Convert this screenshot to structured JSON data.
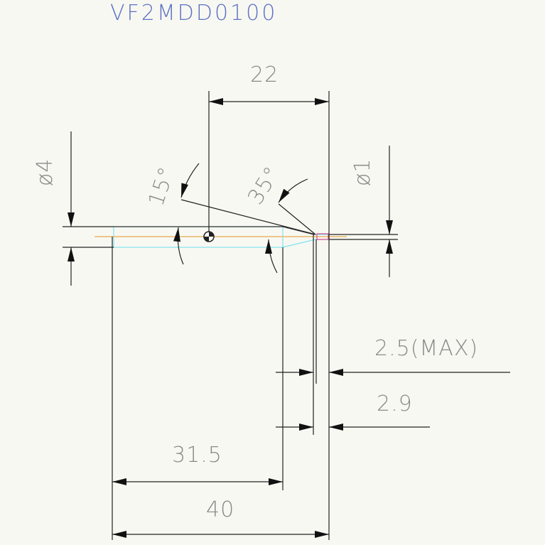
{
  "title": "VF2MDD0100",
  "dimensions": {
    "d22": "22",
    "d40": "40",
    "d31_5": "31.5",
    "d2_5max": "2.5(MAX)",
    "d2_9": "2.9",
    "dia4": "ø4",
    "dia1": "ø1",
    "angle15": "15°",
    "angle35": "35°"
  },
  "colors": {
    "line": "#222222",
    "outline": "#7fe3f0",
    "axis": "#e8b86b",
    "tip": "#d24a8c",
    "text": "#8a8a8a",
    "title": "#5e72c4"
  }
}
